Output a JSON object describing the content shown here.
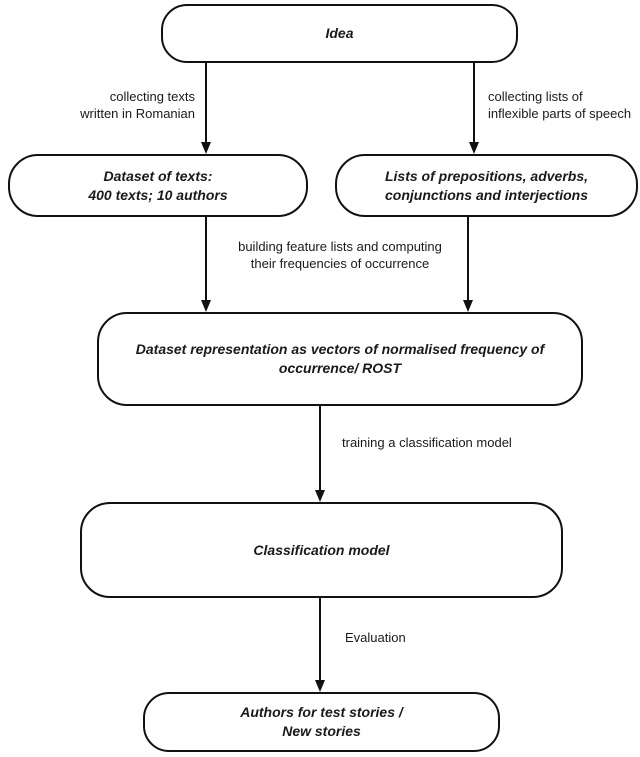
{
  "figure": {
    "type": "flowchart",
    "background_color": "#ffffff",
    "line_color": "#111111",
    "text_color": "#1a1a1a",
    "nodes": {
      "idea": {
        "lines": [
          "Idea"
        ]
      },
      "dataset": {
        "lines": [
          "Dataset of texts:",
          "400 texts; 10 authors"
        ]
      },
      "lists": {
        "lines": [
          "Lists of prepositions, adverbs,",
          "conjunctions and interjections"
        ]
      },
      "representation": {
        "lines": [
          "Dataset representation as vectors of normalised frequency of",
          "occurrence/ ROST"
        ]
      },
      "classification_model": {
        "lines": [
          "Classification model"
        ]
      },
      "result": {
        "lines": [
          "Authors for test stories /",
          "New stories"
        ]
      }
    },
    "edge_labels": {
      "collecting_texts": {
        "lines": [
          "collecting texts",
          "written in Romanian"
        ]
      },
      "collecting_lists": {
        "lines": [
          "collecting lists of",
          "inflexible parts of speech"
        ]
      },
      "building_features": {
        "lines": [
          "building feature lists and computing",
          "their frequencies of occurrence"
        ]
      },
      "training": {
        "lines": [
          "training a classification model"
        ]
      },
      "evaluation": {
        "lines": [
          "Evaluation"
        ]
      }
    }
  }
}
